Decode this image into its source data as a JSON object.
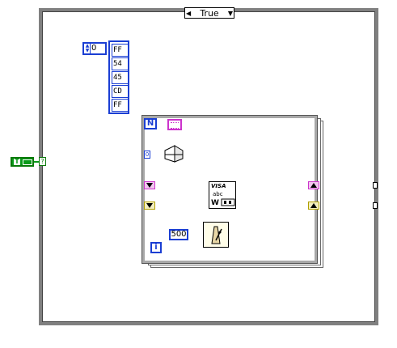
{
  "case_structure": {
    "selector_label": "True",
    "left_arrow": "◀",
    "right_arrow": "▼"
  },
  "array_constant": {
    "index": "0",
    "elements": [
      "FF",
      "54",
      "45",
      "CD",
      "FF"
    ]
  },
  "for_loop": {
    "count_terminal": "N",
    "iteration_terminal": "i",
    "auto_index": "0"
  },
  "visa_write": {
    "line1": "VISA",
    "line2": "abc",
    "line3": "W"
  },
  "wait": {
    "ms_constant": "500"
  },
  "boolean_constant": {
    "label": "T",
    "selector_glyph": "?"
  },
  "colors": {
    "visa_wire": "#cc33cc",
    "error_wire": "#b0a000",
    "numeric_wire": "#1a3ed3",
    "boolean": "#0a9b1a"
  }
}
